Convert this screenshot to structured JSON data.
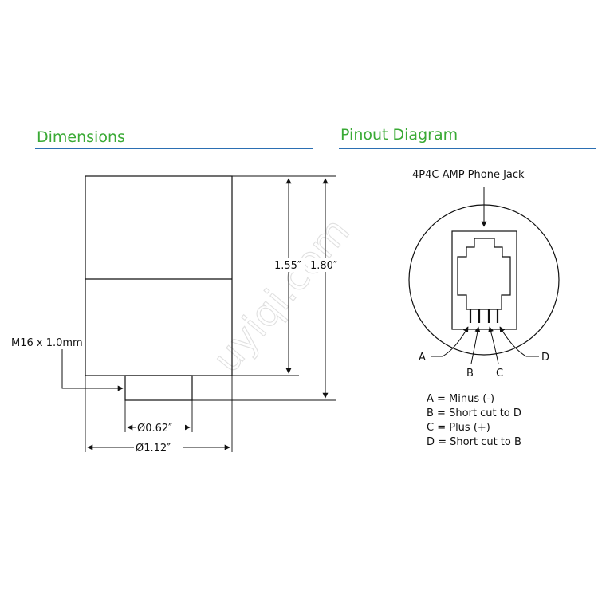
{
  "colors": {
    "heading": "#3aaa35",
    "rule": "#2b6fb3",
    "line": "#111111",
    "watermark": "#e0e0e0"
  },
  "dimensions": {
    "heading": "Dimensions",
    "thread_label": "M16 x 1.0mm",
    "dim_small_dia": "Ø0.62″",
    "dim_large_dia": "Ø1.12″",
    "dim_body_height": "1.55″",
    "dim_total_height": "1.80″"
  },
  "pinout": {
    "heading": "Pinout Diagram",
    "jack_label": "4P4C AMP Phone Jack",
    "pins": [
      "A",
      "B",
      "C",
      "D"
    ],
    "legend": [
      "A = Minus (-)",
      "B = Short cut to D",
      "C = Plus (+)",
      "D = Short cut to B"
    ]
  },
  "watermark": "uyiqi.com"
}
